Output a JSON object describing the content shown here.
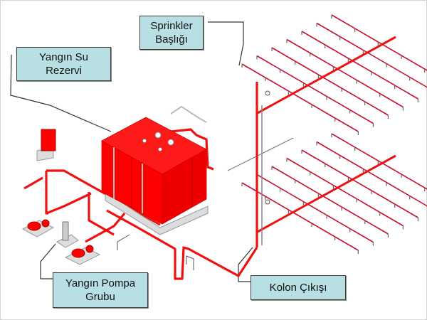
{
  "title": "Fire sprinkler system schematic",
  "labels": {
    "sprinkler_head": {
      "line1": "Sprinkler",
      "line2": "Başlığı"
    },
    "water_reserve": {
      "line1": "Yangın Su",
      "line2": "Rezervi"
    },
    "pump_group": {
      "line1": "Yangın Pompa",
      "line2": "Grubu"
    },
    "riser_outlet": {
      "line1": "Kolon Çıkışı"
    }
  },
  "colors": {
    "pipe": "#ee1111",
    "tank": "#ff0000",
    "label_fill": "#b8dfe3",
    "label_border": "#3a3a3a",
    "base": "#d9d9d9",
    "outline": "#555555"
  },
  "sprinkler_grids": [
    {
      "name": "upper-floor",
      "branch_lines": 7
    },
    {
      "name": "lower-floor",
      "branch_lines": 7
    }
  ]
}
